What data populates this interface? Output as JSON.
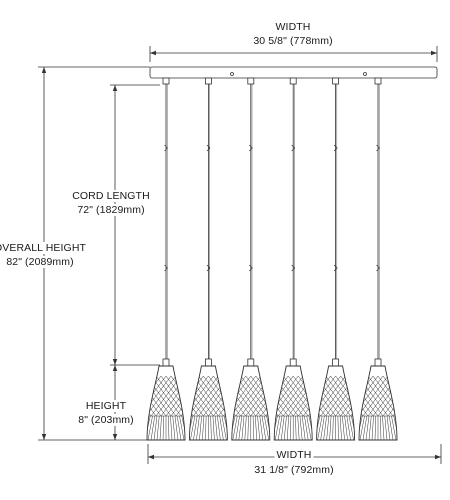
{
  "dimensions": {
    "top_width": {
      "label": "WIDTH",
      "value": "30 5/8\" (778mm)"
    },
    "cord_length": {
      "label": "CORD LENGTH",
      "value": "72\" (1829mm)"
    },
    "overall_height": {
      "label": "OVERALL HEIGHT",
      "value": "82\" (2089mm)"
    },
    "shade_height": {
      "label": "HEIGHT",
      "value": "8\" (203mm)"
    },
    "bottom_width": {
      "label": "WIDTH",
      "value": "31 1/8\" (792mm)"
    }
  },
  "fixture": {
    "pendant_count": 6
  }
}
